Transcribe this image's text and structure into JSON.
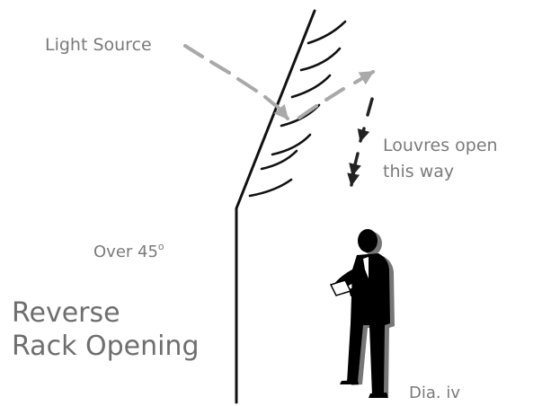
{
  "labels": {
    "light_source": "Light Source",
    "louvres_line1": "Louvres open",
    "louvres_line2": "this way",
    "angle_value": "Over 45",
    "angle_unit": "o",
    "title_line1": "Reverse",
    "title_line2": "Rack Opening",
    "figure_id": "Dia. iv"
  },
  "colors": {
    "light_arrow": "#a9a9a9",
    "louvre_arrow": "#222222",
    "line": "#111111",
    "text": "#7a7a7a"
  },
  "icons": {
    "person": "standing-man-silhouette-icon"
  }
}
